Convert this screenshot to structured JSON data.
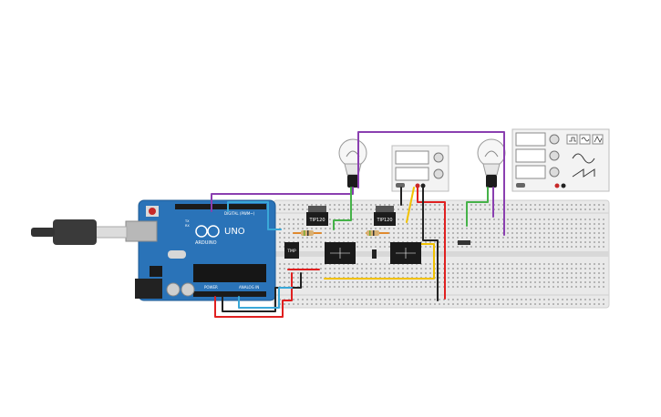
{
  "arduino": {
    "brand": "ARDUINO",
    "model": "UNO",
    "digital_label": "DIGITAL (PWM~)",
    "power_label": "POWER",
    "analog_label": "ANALOG IN",
    "tx_label": "TX",
    "rx_label": "RX"
  },
  "transistors": [
    {
      "label": "TIP120"
    },
    {
      "label": "TIP120"
    }
  ],
  "sensor_label": "TMP",
  "instruments": {
    "power_supply": {
      "name": "dc-power-supply"
    },
    "function_generator": {
      "name": "function-generator"
    }
  },
  "colors": {
    "board": "#2a73b8",
    "wire_purple": "#8a3fb0",
    "wire_green": "#45b248",
    "wire_red": "#e02020",
    "wire_yellow": "#f2c200",
    "wire_black": "#222222",
    "wire_blue": "#3aa8d8",
    "wire_orange": "#e08a2e"
  }
}
